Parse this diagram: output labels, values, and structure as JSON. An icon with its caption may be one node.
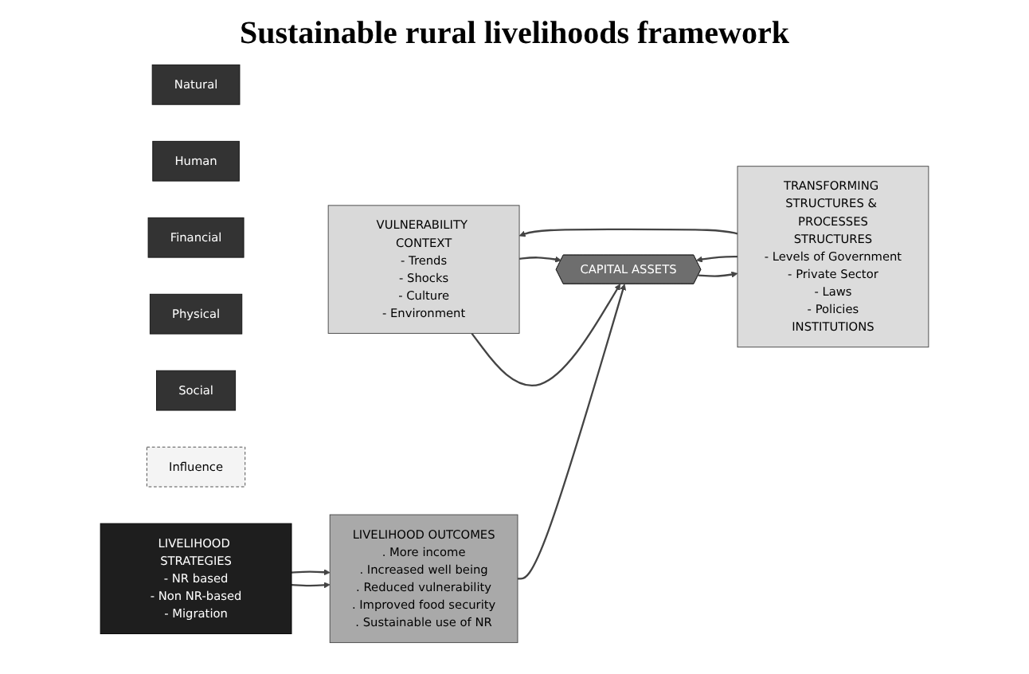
{
  "diagram": {
    "title": "Sustainable rural livelihoods framework",
    "nodes": [
      {
        "text": [
          "VULNERABILITY CONTEXT",
          "- Trends",
          "- Shocks",
          "- Culture",
          "- Environment"
        ]
      },
      {
        "text": [
          "CAPITAL ASSETS"
        ]
      },
      {
        "text": [
          "Natural"
        ]
      },
      {
        "text": [
          "Human"
        ]
      },
      {
        "text": [
          "Financial"
        ]
      },
      {
        "text": [
          "Physical"
        ]
      },
      {
        "text": [
          "Social"
        ]
      },
      {
        "text": [
          "Influence"
        ]
      },
      {
        "text": [
          "TRANSFORMING STRUCTURES & PROCESSES",
          "STRUCTURES",
          "- Levels of Government",
          "- Private Sector",
          "- Laws",
          "- Policies",
          "INSTITUTIONS"
        ]
      },
      {
        "text": [
          "LIVELIHOOD STRATEGIES",
          "- NR based",
          "- Non NR-based",
          "- Migration"
        ]
      },
      {
        "text": [
          "LIVELIHOOD OUTCOMES",
          ". More income",
          ". Increased well being",
          ". Reduced vulnerability",
          ". Improved food security",
          ". Sustainable use of NR"
        ]
      }
    ],
    "edges": [
      {
        "from": 8,
        "to": 0,
        "arrow": "to"
      },
      {
        "from": 0,
        "to": 1,
        "arrow": "to"
      },
      {
        "from": 0,
        "to": 1,
        "arrow": "to"
      },
      {
        "from": 1,
        "to": 8,
        "arrow": "to"
      },
      {
        "from": 8,
        "to": 1,
        "arrow": "to"
      },
      {
        "from": 9,
        "to": 10,
        "arrow": "to"
      },
      {
        "from": 9,
        "to": 10,
        "arrow": "to"
      },
      {
        "from": 10,
        "to": 1,
        "arrow": "to"
      }
    ]
  }
}
